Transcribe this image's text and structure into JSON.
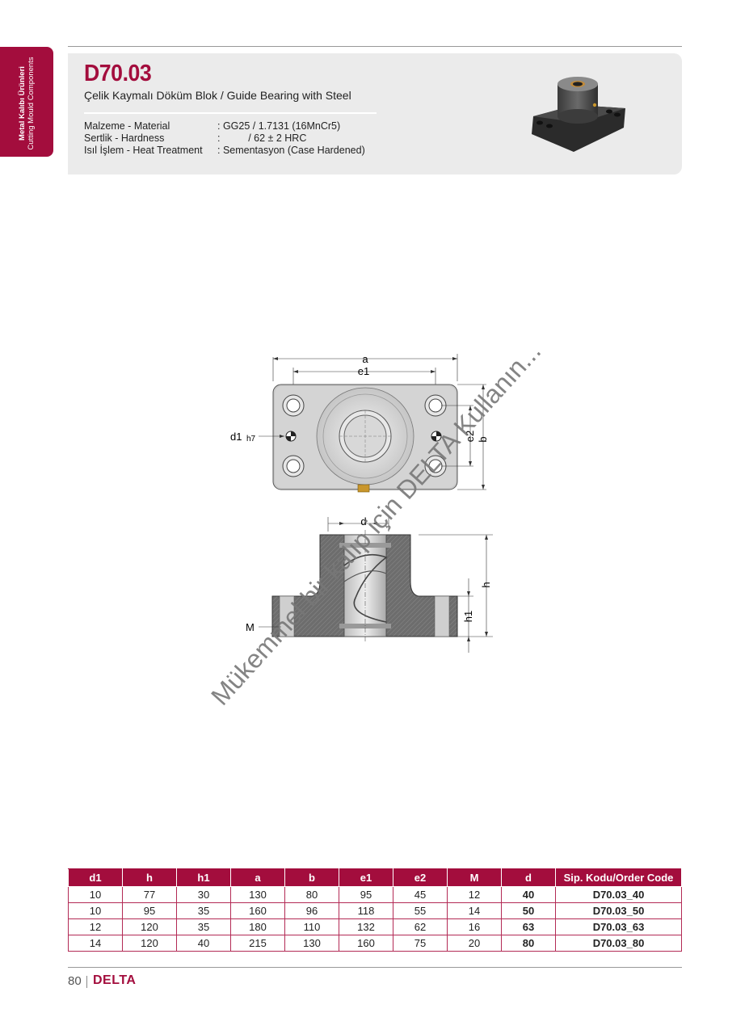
{
  "side_tab": {
    "line1": "Metal Kalıbı Ürünleri",
    "line2": "Cutting Mould Components"
  },
  "product": {
    "code": "D70.03",
    "subtitle": "Çelik Kaymalı Döküm Blok / Guide Bearing with Steel"
  },
  "specs": [
    {
      "label": "Malzeme - Material",
      "value": ": GG25 / 1.7131 (16MnCr5)"
    },
    {
      "label": "Sertlik - Hardness",
      "value": ":          / 62 ± 2 HRC"
    },
    {
      "label": "Isıl İşlem - Heat Treatment",
      "value": ": Sementasyon (Case Hardened)"
    }
  ],
  "drawing_labels": {
    "a": "a",
    "e1": "e1",
    "e2": "e2",
    "b": "b",
    "d1": "d1",
    "h7": "h7",
    "d": "d",
    "h": "h",
    "h1": "h1",
    "M": "M"
  },
  "watermark": "Mükemmel bir kalıp için DELTA Kullanın...",
  "table": {
    "headers": [
      "d1",
      "h",
      "h1",
      "a",
      "b",
      "e1",
      "e2",
      "M",
      "d",
      "Sip. Kodu/Order Code"
    ],
    "rows": [
      [
        "10",
        "77",
        "30",
        "130",
        "80",
        "95",
        "45",
        "12",
        "40",
        "D70.03_40"
      ],
      [
        "10",
        "95",
        "35",
        "160",
        "96",
        "118",
        "55",
        "14",
        "50",
        "D70.03_50"
      ],
      [
        "12",
        "120",
        "35",
        "180",
        "110",
        "132",
        "62",
        "16",
        "63",
        "D70.03_63"
      ],
      [
        "14",
        "120",
        "40",
        "215",
        "130",
        "160",
        "75",
        "20",
        "80",
        "D70.03_80"
      ]
    ]
  },
  "footer": {
    "page": "80",
    "brand": "DELTA"
  },
  "colors": {
    "brand": "#a30d3d",
    "header_bg": "#ebebeb"
  }
}
